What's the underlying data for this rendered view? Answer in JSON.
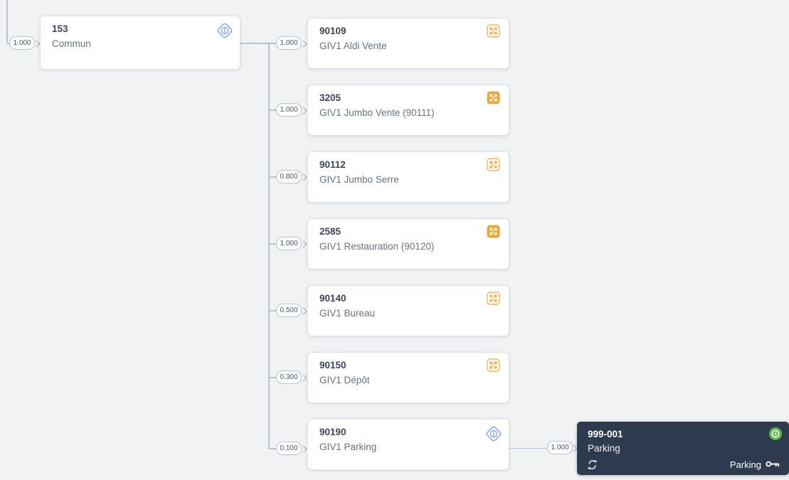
{
  "diagram": {
    "background_color": "#f1f2f3",
    "connector_color": "#b6c4d8",
    "accent_amber": "#eda73a",
    "accent_blue": "#8ca3f2",
    "accent_green": "#5cb847",
    "dark_node_color": "#2e3a4d"
  },
  "root_node": {
    "id": "153",
    "name": "Commun",
    "incoming_weight": "1.000",
    "icon": "formula-diamond-icon"
  },
  "child_nodes": [
    {
      "id": "90109",
      "name": "GIV1 Aldi Vente",
      "weight": "1.000",
      "icon": "expand-outline-icon"
    },
    {
      "id": "3205",
      "name": "GIV1 Jumbo Vente (90111)",
      "weight": "1.000",
      "icon": "expand-filled-icon"
    },
    {
      "id": "90112",
      "name": "GIV1 Jumbo Serre",
      "weight": "0.800",
      "icon": "expand-outline-icon"
    },
    {
      "id": "2585",
      "name": "GIV1 Restauration (90120)",
      "weight": "1.000",
      "icon": "expand-filled-icon"
    },
    {
      "id": "90140",
      "name": "GIV1 Bureau",
      "weight": "0.500",
      "icon": "expand-outline-icon"
    },
    {
      "id": "90150",
      "name": "GIV1 Dépôt",
      "weight": "0.300",
      "icon": "expand-outline-icon"
    },
    {
      "id": "90190",
      "name": "GIV1 Parking",
      "weight": "0.100",
      "icon": "formula-diamond-icon"
    }
  ],
  "leaf_node": {
    "id": "999-001",
    "name": "Parking",
    "incoming_weight": "1.000",
    "tag": "Parking",
    "icons": [
      "target-status-icon",
      "sync-icon",
      "key-icon"
    ]
  }
}
